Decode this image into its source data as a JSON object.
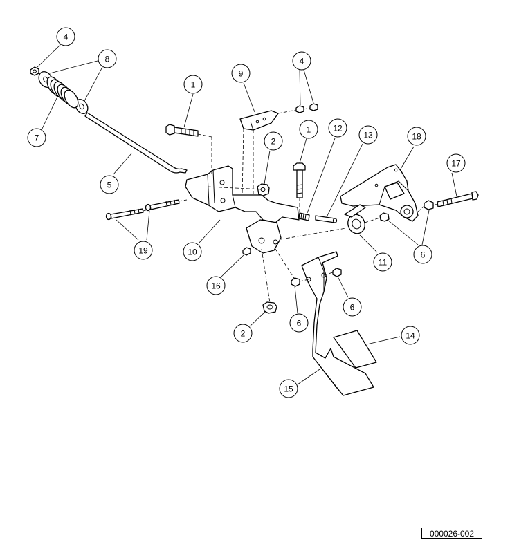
{
  "callouts": [
    {
      "id": "c4a",
      "label": "4"
    },
    {
      "id": "c8",
      "label": "8"
    },
    {
      "id": "c7",
      "label": "7"
    },
    {
      "id": "c1a",
      "label": "1"
    },
    {
      "id": "c9",
      "label": "9"
    },
    {
      "id": "c4b",
      "label": "4"
    },
    {
      "id": "c1b",
      "label": "1"
    },
    {
      "id": "c12",
      "label": "12"
    },
    {
      "id": "c13",
      "label": "13"
    },
    {
      "id": "c18",
      "label": "18"
    },
    {
      "id": "c2a",
      "label": "2"
    },
    {
      "id": "c17",
      "label": "17"
    },
    {
      "id": "c5",
      "label": "5"
    },
    {
      "id": "c19",
      "label": "19"
    },
    {
      "id": "c10",
      "label": "10"
    },
    {
      "id": "c11",
      "label": "11"
    },
    {
      "id": "c6a",
      "label": "6"
    },
    {
      "id": "c16",
      "label": "16"
    },
    {
      "id": "c6b",
      "label": "6"
    },
    {
      "id": "c6c",
      "label": "6"
    },
    {
      "id": "c2b",
      "label": "2"
    },
    {
      "id": "c14",
      "label": "14"
    },
    {
      "id": "c15",
      "label": "15"
    }
  ],
  "reference_code": "000026-002"
}
